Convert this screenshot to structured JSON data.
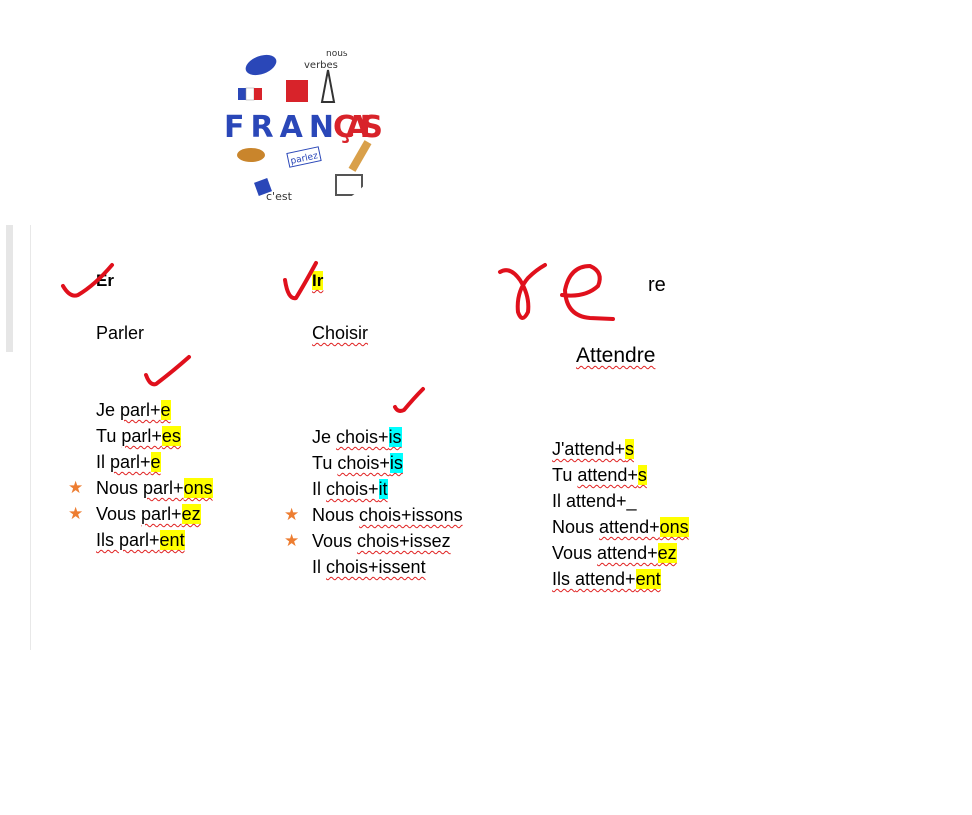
{
  "logo": {
    "text": "FRANÇAIS",
    "words": [
      "nous",
      "verbes",
      "parlez",
      "c'est"
    ]
  },
  "columns": [
    {
      "heading": "Er",
      "heading_highlight": false,
      "verb": "Parler",
      "lines": [
        {
          "pronoun": "Je ",
          "stem": "parl+",
          "ending": "e",
          "star": false
        },
        {
          "pronoun": "Tu ",
          "stem": "parl+",
          "ending": "es",
          "star": false
        },
        {
          "pronoun": "Il ",
          "stem": "parl+",
          "ending": "e",
          "star": false
        },
        {
          "pronoun": "Nous ",
          "stem": "parl+",
          "ending": "ons",
          "star": true
        },
        {
          "pronoun": "Vous ",
          "stem": "parl+",
          "ending": "ez",
          "star": true
        },
        {
          "pronoun": "Ils ",
          "stem": "parl+",
          "ending": "ent",
          "star": false
        }
      ]
    },
    {
      "heading": "Ir",
      "heading_highlight": true,
      "verb": "Choisir",
      "lines": [
        {
          "pronoun": "Je ",
          "stem": "chois+",
          "ending": "is",
          "star": false
        },
        {
          "pronoun": "Tu ",
          "stem": "chois+",
          "ending": "is",
          "star": false
        },
        {
          "pronoun": "Il ",
          "stem": "chois+",
          "ending": "it",
          "star": false
        },
        {
          "pronoun": "Nous ",
          "stem": "chois+issons",
          "ending": "",
          "star": true
        },
        {
          "pronoun": "Vous ",
          "stem": "chois+issez",
          "ending": "",
          "star": true
        },
        {
          "pronoun": "Il ",
          "stem": "chois+issent",
          "ending": "",
          "star": false
        }
      ]
    },
    {
      "heading": "re",
      "handwritten": "re",
      "verb": "Attendre",
      "lines": [
        {
          "pronoun": "",
          "stem": "J'attend+",
          "ending": "s",
          "star": false
        },
        {
          "pronoun": "Tu ",
          "stem": "attend+",
          "ending": "s",
          "star": false
        },
        {
          "pronoun": "Il attend+_",
          "stem": "",
          "ending": "",
          "star": false
        },
        {
          "pronoun": "Nous ",
          "stem": "attend+",
          "ending": "ons",
          "star": false
        },
        {
          "pronoun": "Vous ",
          "stem": "attend+",
          "ending": "ez",
          "star": false
        },
        {
          "pronoun": "Ils ",
          "stem": "attend+",
          "ending": "ent",
          "star": false
        }
      ]
    }
  ],
  "colors": {
    "ink": "#e0101c",
    "highlight_yellow": "#ffff00",
    "highlight_cyan": "#00ffff",
    "star": "#ed7d31"
  }
}
